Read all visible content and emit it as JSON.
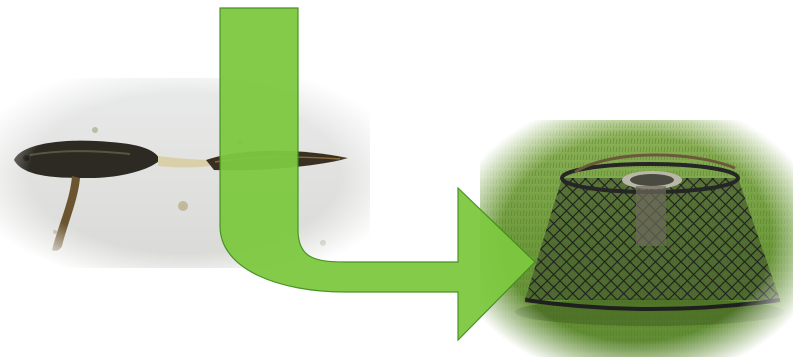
{
  "diagram": {
    "arrow_icon": "curved-arrow-down-right",
    "left_image_icon": "newt-specimen",
    "right_image_icon": "funnel-trap-on-grass"
  },
  "colors": {
    "arrow_fill": "#7dc940",
    "arrow_stroke": "#3f8f1a",
    "photo_bg": "#dfe0dc",
    "grass": "#6e9a3c",
    "trap_mesh": "#2b2b2b"
  }
}
